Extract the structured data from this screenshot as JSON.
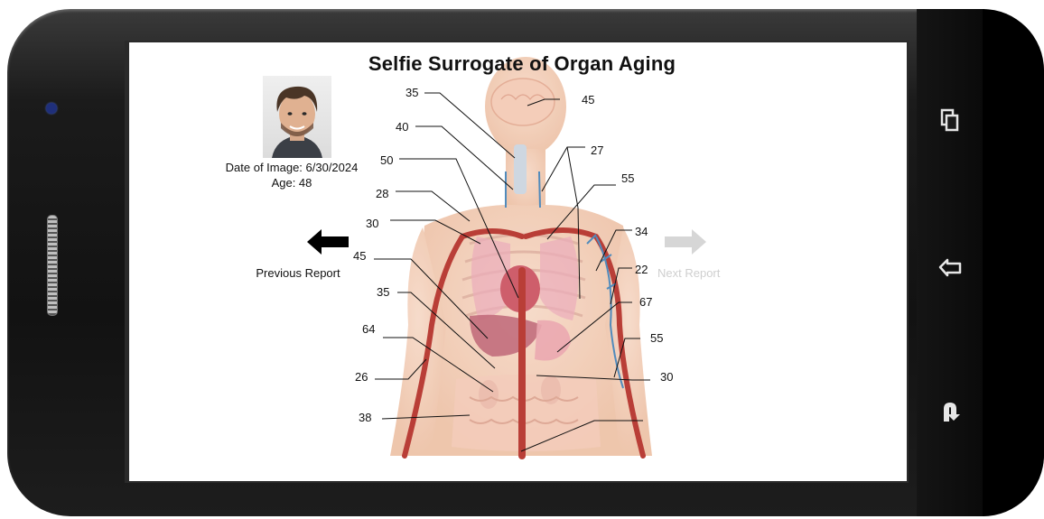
{
  "report": {
    "title": "Selfie Surrogate of Organ Aging",
    "date_text": "Date of Image: 6/30/2024",
    "age_text": "Age: 48",
    "prev_label": "Previous Report",
    "next_label": "Next Report"
  },
  "organ_ages": {
    "brain": "35",
    "brain_right": "45",
    "thyroid": "40",
    "trachea": "27",
    "aorta": "50",
    "lung_right": "55",
    "clavicle": "28",
    "shoulder": "30",
    "artery_left_arm": "34",
    "liver": "45",
    "vein_left_arm": "22",
    "stomach": "35",
    "spleen": "67",
    "kidney_right": "64",
    "hand": "55",
    "forearm": "26",
    "kidney_left": "30",
    "colon": "38"
  },
  "icons": {
    "prev": "arrow-left-icon",
    "next": "arrow-right-icon",
    "recents": "recents-icon",
    "back": "back-icon",
    "home": "home-icon"
  },
  "colors": {
    "accent_disabled": "#cfcfcf",
    "artery": "#b22a22",
    "vein": "#3f7fb5"
  }
}
